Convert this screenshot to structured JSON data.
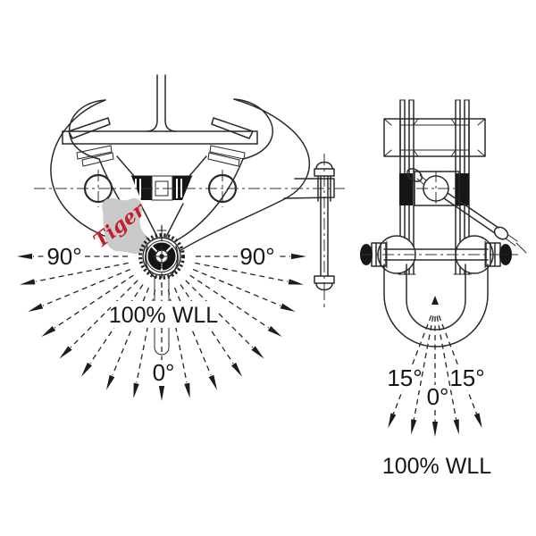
{
  "logo": {
    "text": "Tiger",
    "color": "#c5202a",
    "badge_color": "#c9c9c9"
  },
  "front_view": {
    "labels": {
      "left_angle": "90°",
      "right_angle": "90°",
      "wll": "100% WLL",
      "zero_angle": "0°"
    },
    "fan": {
      "arrow_count": 17,
      "start_deg": -90,
      "end_deg": 90,
      "step_deg": 11.25
    }
  },
  "side_view": {
    "labels": {
      "left_angle": "15°",
      "zero_angle": "0°",
      "right_angle": "15°",
      "wll": "100% WLL"
    },
    "fan": {
      "angles_deg": [
        -21,
        -10.5,
        0,
        10.5,
        21
      ]
    }
  },
  "colors": {
    "line": "#2a2a2a",
    "fill_dark": "#161616",
    "background": "#ffffff"
  }
}
